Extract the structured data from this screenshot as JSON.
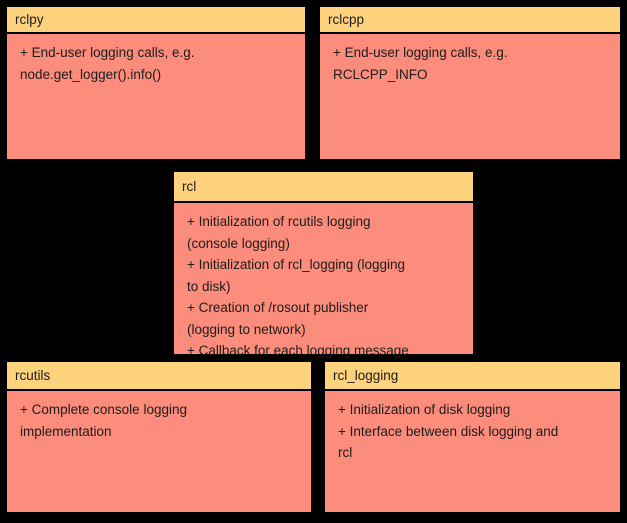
{
  "diagram": {
    "background_color": "#000000",
    "header_color": "#FFD27E",
    "body_color": "#FC8C7B",
    "border_color": "#000000",
    "text_color": "#1c1c1c",
    "boxes": [
      {
        "id": "rclpy",
        "title": "rclpy",
        "body": "+ End-user logging calls, e.g.\nnode.get_logger().info()"
      },
      {
        "id": "rclcpp",
        "title": "rclcpp",
        "body": "+ End-user logging calls, e.g.\nRCLCPP_INFO"
      },
      {
        "id": "rcl",
        "title": "rcl",
        "body": "+ Initialization of rcutils logging\n(console logging)\n+ Initialization of rcl_logging (logging\nto disk)\n+ Creation of /rosout publisher\n(logging to network)\n+ Callback for each logging message"
      },
      {
        "id": "rcutils",
        "title": "rcutils",
        "body": "+ Complete console logging\nimplementation"
      },
      {
        "id": "rcl_logging",
        "title": "rcl_logging",
        "body": "+ Initialization of disk logging\n+ Interface between disk logging and\nrcl"
      }
    ]
  }
}
